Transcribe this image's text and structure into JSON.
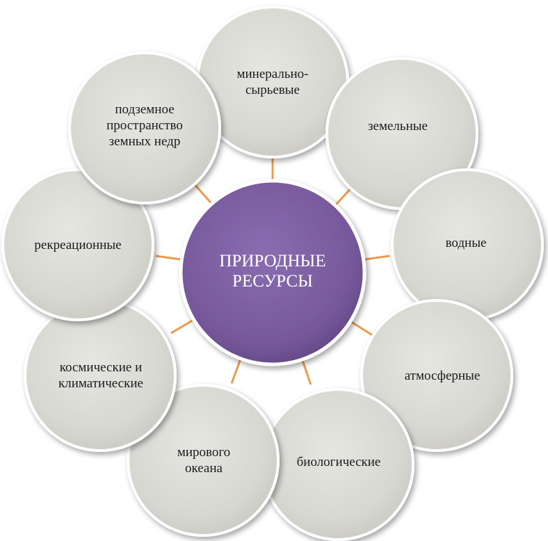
{
  "center": {
    "label": "ПРИРОДНЫЕ\nРЕСУРСЫ"
  },
  "petals": [
    {
      "id": "mineral",
      "label": "минерально-\nсырьевые"
    },
    {
      "id": "land",
      "label": "земельные"
    },
    {
      "id": "water",
      "label": "водные"
    },
    {
      "id": "atmospheric",
      "label": "атмосферные"
    },
    {
      "id": "biological",
      "label": "биологические"
    },
    {
      "id": "ocean",
      "label": "мирового\nокеана"
    },
    {
      "id": "space-climate",
      "label": "космические и\nклиматические"
    },
    {
      "id": "recreational",
      "label": "рекреационные"
    },
    {
      "id": "underground",
      "label": "подземное\nпространство\nземных недр"
    }
  ],
  "colors": {
    "petal_fill": "#d9d9d3",
    "petal_stroke": "#ffffff",
    "center_fill": "#7a5c9e",
    "center_stroke": "#ffffff",
    "connector": "#ee9a4d",
    "text_dark": "#1a1a1a",
    "text_light": "#ffffff"
  }
}
